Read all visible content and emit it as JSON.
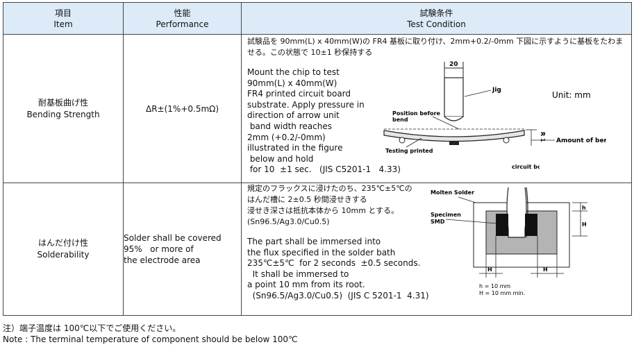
{
  "header": {
    "item_jp": "項目",
    "item_en": "Item",
    "perf_jp": "性能",
    "perf_en": "Performance",
    "cond_jp": "試験条件",
    "cond_en": "Test Condition"
  },
  "rows": [
    {
      "item_jp": "耐基板曲げ性",
      "item_en": "Bending Strength",
      "performance": "ΔR±(1%+0.5mΩ)",
      "cond_jp": "試験品を 90mm(L) x 40mm(W)の FR4 基板に取り付け、2mm+0.2/-0mm 下図に示すように基板をたわませる。この状態で 10±1 秒保持する",
      "cond_en": "Mount the chip to test\n90mm(L) x 40mm(W)\nFR4 printed circuit board\nsubstrate. Apply pressure in\ndirection of arrow unit\n band width reaches\n2mm (+0.2/-0mm)\nillustrated in the figure\n below and hold\n for 10  ±1 sec.   (JIS C5201-1   4.33)",
      "figure": {
        "dim": "20",
        "jig": "Jig",
        "unit": "Unit: mm",
        "pos_before": "Position before",
        "pos_before2": "bend",
        "r": "R 1",
        "amount": "Amount of bend",
        "testing": "Testing printed",
        "testing2": "circuit board"
      }
    },
    {
      "item_jp": "はんだ付け性",
      "item_en": "Solderability",
      "performance": "Solder shall be covered\n95%   or more of\nthe electrode area",
      "cond_jp": "規定のフラックスに浸けたのち、235℃±5℃の\nはんだ槽に 2±0.5 秒間浸せきする\n浸せき深さは抵抗本体から 10mm とする。\n(Sn96.5/Ag3.0/Cu0.5)",
      "cond_en": "The part shall be immersed into\nthe flux specified in the solder bath\n235℃±5℃  for 2 seconds  ±0.5 seconds.\n  It shall be immersed to\na point 10 mm from its root.\n  (Sn96.5/Ag3.0/Cu0.5)  (JIS C 5201-1  4.31)",
      "figure": {
        "molten": "Molten Solder",
        "specimen": "Specimen",
        "smd": "SMD",
        "h": "h",
        "H": "H",
        "h_eq": "h = 10 mm",
        "H_eq": "H = 10 mm min."
      }
    }
  ],
  "notes": {
    "jp": "注）端子温度は 100℃以下でご使用ください。",
    "en": "Note : The terminal temperature of component should be below 100℃"
  },
  "colors": {
    "header_bg": "#dcebf7",
    "border": "#444444",
    "solder_gray": "#b4b4b4"
  }
}
